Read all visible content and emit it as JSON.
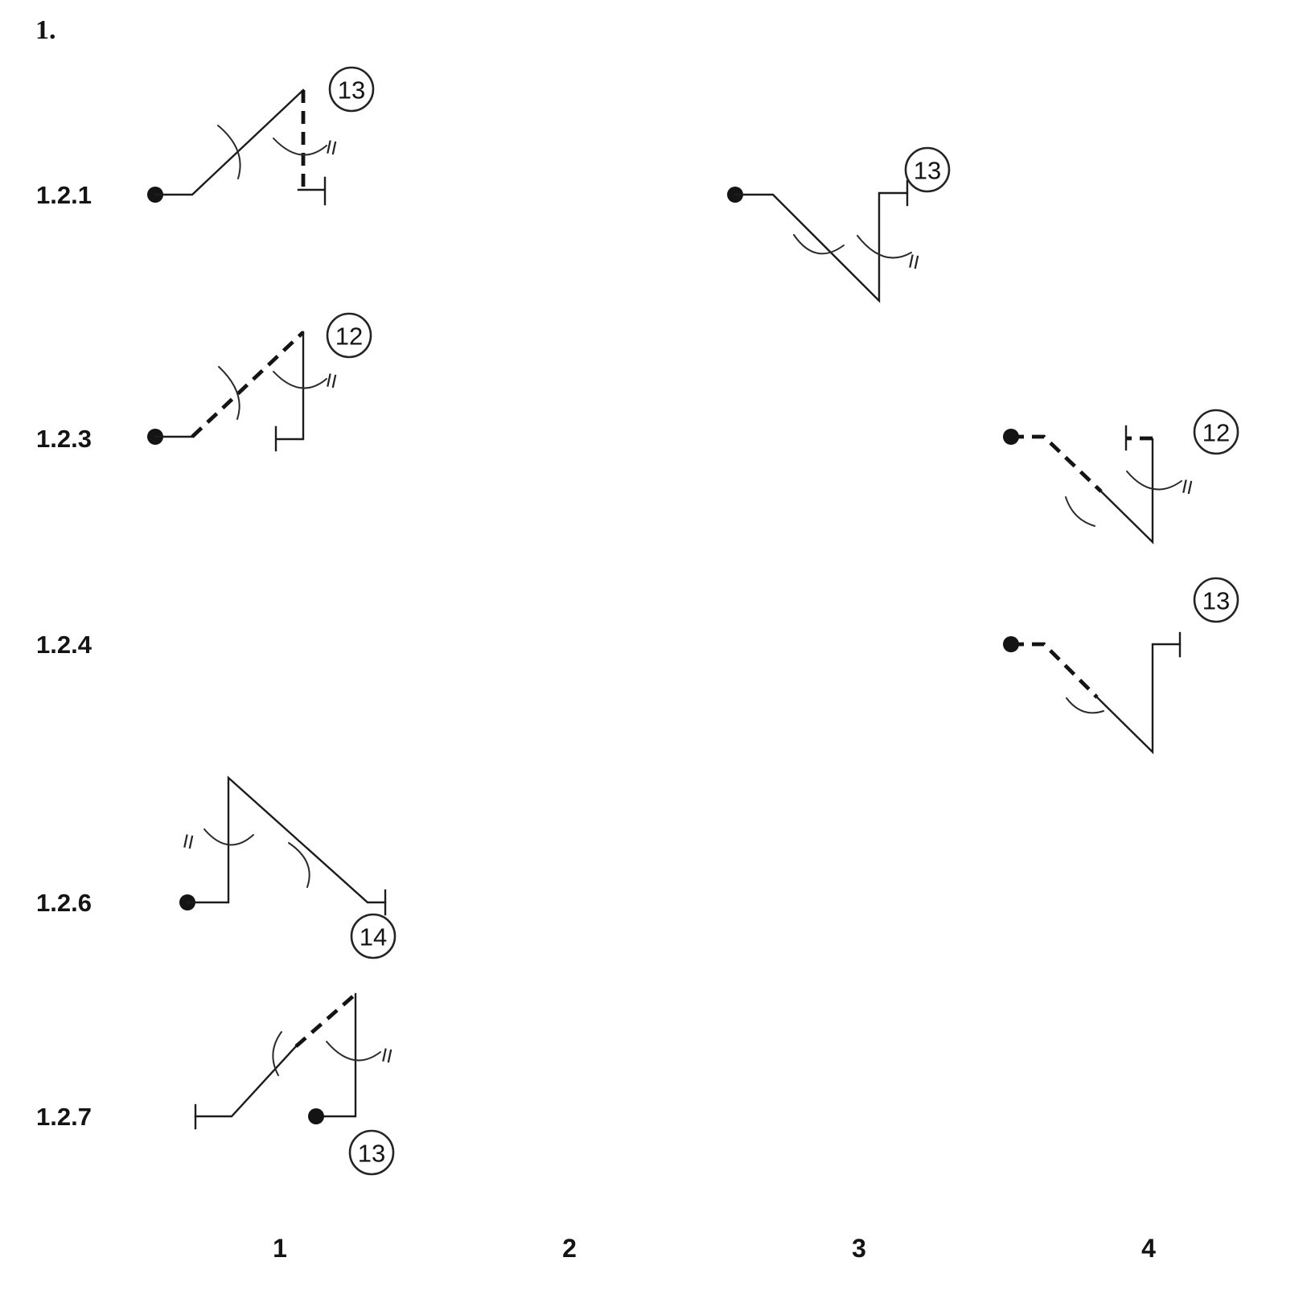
{
  "title": "1.",
  "row_labels": [
    {
      "id": "row-1-2-1",
      "label": "1.2.1"
    },
    {
      "id": "row-1-2-3",
      "label": "1.2.3"
    },
    {
      "id": "row-1-2-4",
      "label": "1.2.4"
    },
    {
      "id": "row-1-2-6",
      "label": "1.2.6"
    },
    {
      "id": "row-1-2-7",
      "label": "1.2.7"
    }
  ],
  "column_labels": [
    {
      "id": "col-1",
      "label": "1"
    },
    {
      "id": "col-2",
      "label": "2"
    },
    {
      "id": "col-3",
      "label": "3"
    },
    {
      "id": "col-4",
      "label": "4"
    }
  ],
  "diagrams": {
    "r121_c1": {
      "badge": "13",
      "mark": "II"
    },
    "r121_c3": {
      "badge": "13",
      "mark": "II"
    },
    "r123_c1": {
      "badge": "12",
      "mark": "II"
    },
    "r123_c4": {
      "badge": "12",
      "mark": "II"
    },
    "r124_c4": {
      "badge": "13"
    },
    "r126_c1": {
      "badge": "14",
      "mark": "II"
    },
    "r127_c1": {
      "badge": "13",
      "mark": "II"
    }
  }
}
